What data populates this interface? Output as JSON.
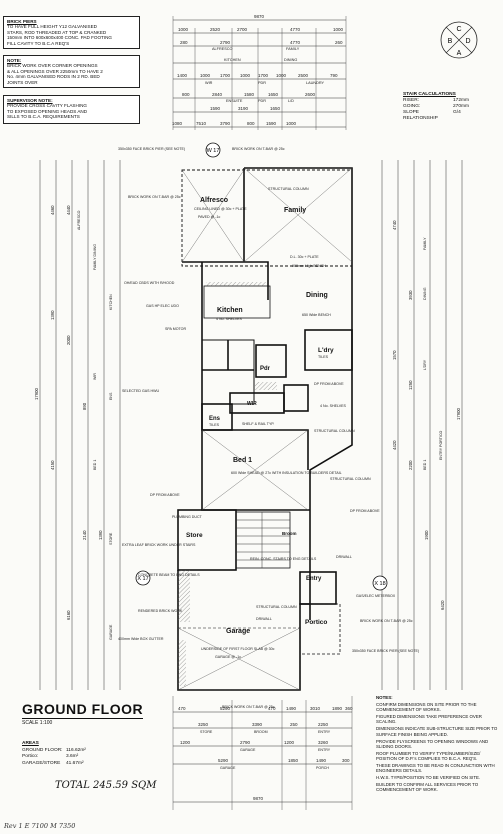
{
  "drawing": {
    "title": "GROUND FLOOR",
    "scale": "SCALE 1:100",
    "north_points": [
      "C",
      "B",
      "D",
      "A"
    ],
    "footer_text": "Rev 1   E 7100   M 7350"
  },
  "notes_top": [
    {
      "lines": [
        "BRICK PIERS",
        "TO HAVE FULL HEIGHT Y12 GALVANISED",
        "STARS, ROD THREADED AT TOP & CRANKED",
        "150mm INTO 600x600x400 CONC. PAD FOOTING",
        "FILL CAVITY TO B.C.A REQ'S"
      ]
    },
    {
      "lines": [
        "NOTE:",
        "BRICK WORK OVER CORNER OPENINGS",
        "& ALL OPENINGS OVER 2250mm TO HAVE 2",
        "No. 4mm GALVANISED RODS IN 2 RD. BED",
        "JOINTS OVER"
      ]
    },
    {
      "lines": [
        "SUPERVISOR NOTE:",
        "PROVIDE CROSS CAVITY FLASHING",
        "TO EXPOSED OPENING HEADS AND",
        "SILLS TO B.C.A. REQUIREMENTS"
      ]
    }
  ],
  "stair_calc": {
    "heading": "STAIR CALCULATIONS",
    "rows": [
      {
        "k": "RISER:",
        "v": "172mm"
      },
      {
        "k": "GOING:",
        "v": "270mm"
      },
      {
        "k": "SLOPE",
        "v": "G/4"
      },
      {
        "k": "RELATIONSHIP",
        "v": ""
      }
    ]
  },
  "rooms": {
    "alfresco": "Alfresco",
    "family": "Family",
    "kitchen": "Kitchen",
    "dining": "Dining",
    "pdr": "Pdr",
    "ldry": "L'dry",
    "ens": "Ens",
    "wir": "WIR",
    "bed1": "Bed 1",
    "store": "Store",
    "entry": "Entry",
    "portico": "Portico",
    "garage": "Garage",
    "broom": "Broom"
  },
  "annotations": {
    "alfresco_ceiling": "CEILING LINED @ 30c + PLATE",
    "paved": "PAVED @ -1c",
    "dl30": "D.L. 30c + PLATE",
    "bench": "900mm High BENCH",
    "rbench": "650 Wide BENCH",
    "shelves": "4 No. SHELVES",
    "bed1_note": "600 Wide SHEAD @ 27c WITH INSULATION TO BUILDERS DETAIL",
    "garage_note": "UNDERSIDE OF FIRST FLOOR SLAB @ 30c",
    "garage_floor": "GARAGE @ -1c",
    "struct_col": "STRUCTURAL COLUMN",
    "concrete_beam": "CONCRETE BEAM TO ENG DETAILS",
    "rendered_brick": "RENDERED BRICK WORK",
    "driwall": "DRIWALL",
    "plumbing_duct": "PLUMBING DUCT",
    "stairs": "REIN. CONC. STAIRS TO ENG DETAILS",
    "brick_under": "EXTRA LEAF BRICK WORK UNDER STAIRS",
    "gas_meter": "GAS/ELEC METERBOX",
    "hwu": "SELECTED GAS HWU",
    "brick_pier": "350x350 FACE BRICK PIER (SEE NOTE)",
    "box_gutter": "400mm Wide BOX GUTTER",
    "dp_above": "DP FROM ABOVE",
    "spa": "SPA MOTOR",
    "tiles": "TILES",
    "rhood": "OH/EAD CBDS WITH R/HOOD",
    "gas_hp": "GAS HP ELEC UDO",
    "shelf": "SHELF & RAIL TYP.",
    "x17": "X 17",
    "x18a": "X 18",
    "x18b": "X 18",
    "w17": "W 17",
    "brick_tbar": "BRICK WORK ON T-BAR @ 25c",
    "fin_1c": "@ 1c"
  },
  "dims": {
    "top_total": "9870",
    "top_row1": [
      "1000",
      "2520",
      "2700",
      "4770",
      "1000"
    ],
    "top_row1_labels": [
      "ALFRESCO",
      "",
      "FAMILY"
    ],
    "top_row2": [
      "280",
      "2790",
      "4770",
      "260"
    ],
    "top_row2_labels": [
      "KITCHEN",
      "DINING"
    ],
    "top_row3": [
      "1400",
      "1000",
      "1700",
      "1000",
      "1700",
      "1000",
      "2500",
      "790"
    ],
    "top_row3_labels": [
      "WIR",
      "PDR",
      "LAUNDRY"
    ],
    "top_row4": [
      "800",
      "2840",
      "1580",
      "1650",
      "2600"
    ],
    "top_row4_labels": [
      "ENSUITE",
      "PDR",
      "L/D"
    ],
    "top_row5": [
      "1590",
      "3190",
      "1650"
    ],
    "top_row6": [
      "1080",
      "7510",
      "3790",
      "800",
      "1590",
      "1000"
    ],
    "bottom_total": "9870",
    "bottom_row1": [
      "470",
      "5290",
      "470",
      "1490",
      "3010",
      "1890",
      "360"
    ],
    "bottom_row2": [
      "3250",
      "3390",
      "250",
      "2250"
    ],
    "bottom_row2_labels": [
      "STORE",
      "BROOM",
      "ENTRY"
    ],
    "bottom_row3": [
      "1200",
      "2790",
      "1200",
      "3260"
    ],
    "bottom_row3_labels": [
      "GARAGE",
      "ENTRY"
    ],
    "bottom_row4": [
      "5290",
      "1850",
      "1490",
      "300"
    ],
    "bottom_row4_labels": [
      "GARAGE",
      "PORCH"
    ],
    "left_total": "17900",
    "left_segments": [
      "4460",
      "4440",
      "1390",
      "2000",
      "4150",
      "890",
      "2140",
      "1390",
      "6160"
    ],
    "left_labels": [
      "ALFRESCO",
      "FAMILY DINING",
      "KITCHEN",
      "WIR",
      "ENS",
      "BED 1",
      "STORE",
      "GARAGE"
    ],
    "right_total": "17900",
    "right_segments": [
      "4740",
      "3930",
      "1570",
      "1250",
      "4420",
      "2200",
      "1900",
      "6420"
    ],
    "right_labels": [
      "FAMILY",
      "DINING",
      "L'DRY",
      "ENTRY",
      "ENTRY PORTICO",
      "BED 1"
    ]
  },
  "areas": {
    "heading": "AREAS",
    "rows": [
      {
        "k": "GROUND FLOOR:",
        "v": "116.62m²"
      },
      {
        "k": "Portico:",
        "v": "3.6m²"
      },
      {
        "k": "GARAGE/STORE",
        "v": "41.67m²"
      }
    ],
    "total": "TOTAL 245.59 SQM"
  },
  "notes_right": {
    "heading": "NOTES:",
    "items": [
      "CONFIRM DIMENSIONS ON SITE PRIOR TO THE COMMENCEMENT OF WORKS.",
      "FIGURED DIMENSIONS TAKE PREFERENCE OVER SCALING.",
      "DIMENSIONS INDICATE SUB-STRUCTURE SIZE PRIOR TO SURFACE FINISH BEING APPLIED.",
      "PROVIDE FLYSCREENS TO OPENING WINDOWS AND SLIDING DOORS.",
      "ROOF PLUMBER TO VERIFY TYPE/NUMBER/SIZE/ POSITION OF D.P.'s COMPLIES TO B.C.A. REQ'S.",
      "THESE DRAWINGS TO BE READ IN CONJUNCTION WITH ENGINEERS DETAILS.",
      "H.W.S. TYPE/POSITION TO BE VERIFIED ON SITE.",
      "BUILDER TO CONFIRM ALL SERVICES PRIOR TO COMMENCEMENT OF WORK."
    ]
  }
}
